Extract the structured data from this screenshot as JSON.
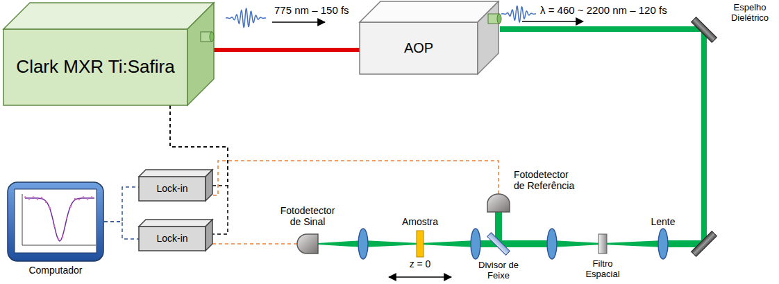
{
  "diagram": {
    "nodes": [
      {
        "text": [
          "Clark MXR Ti:Safira"
        ]
      },
      {
        "text": [
          "AOP"
        ]
      },
      {
        "text": [
          "Fotodetector de Referência"
        ]
      },
      {
        "text": [
          "Fotodetector de Sinal"
        ]
      },
      {
        "text": [
          "Lock-in"
        ]
      },
      {
        "text": [
          "Lock-in"
        ]
      },
      {
        "text": [
          "Computador"
        ]
      }
    ],
    "edges": [
      {
        "from": 0,
        "to": 1,
        "arrow": "none"
      },
      {
        "from": 0,
        "to": 4,
        "arrow": "none"
      },
      {
        "from": 0,
        "to": 5,
        "arrow": "none"
      },
      {
        "from": 2,
        "to": 4,
        "arrow": "none"
      },
      {
        "from": 3,
        "to": 5,
        "arrow": "none"
      },
      {
        "from": 6,
        "to": 4,
        "arrow": "none"
      },
      {
        "from": 6,
        "to": 5,
        "arrow": "none"
      }
    ],
    "labels": [
      "775 nm – 150 fs",
      "λ = 460 ~ 2200 nm – 120 fs",
      "Espelho Dielétrico",
      "Lente",
      "Filtro Espacial",
      "Divisor de Feixe",
      "Amostra",
      "z = 0"
    ]
  }
}
